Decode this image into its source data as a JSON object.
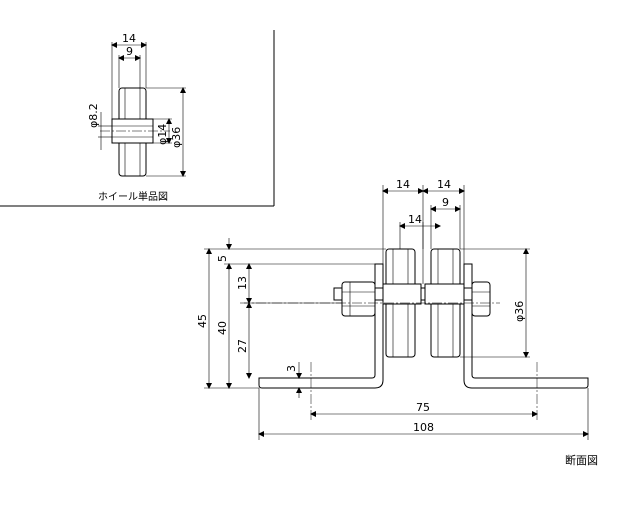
{
  "inset": {
    "caption": "ホイール単品図",
    "dims": {
      "outer_width": "14",
      "inner_width": "9",
      "bore_dia": "φ8.2",
      "hub_dia": "φ14",
      "outer_dia": "φ36"
    }
  },
  "main": {
    "caption": "断面図",
    "dims": {
      "top_14_left": "14",
      "top_14_right": "14",
      "mid_14": "14",
      "mid_9": "9",
      "h_5": "5",
      "h_13": "13",
      "h_45": "45",
      "h_40": "40",
      "h_27": "27",
      "h_3": "3",
      "w_75": "75",
      "w_108": "108",
      "dia_36": "φ36"
    }
  }
}
